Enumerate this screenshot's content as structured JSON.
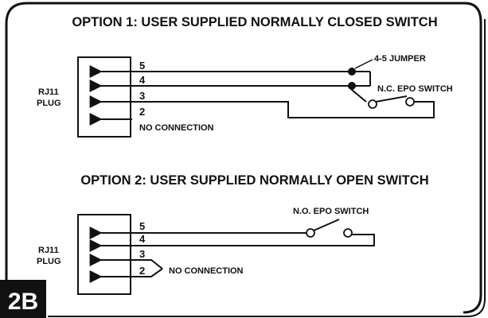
{
  "badge": "2B",
  "option1": {
    "title": "OPTION 1: USER SUPPLIED NORMALLY CLOSED SWITCH",
    "plug_label_line1": "RJ11",
    "plug_label_line2": "PLUG",
    "pins": [
      "5",
      "4",
      "3",
      "2"
    ],
    "jumper_label": "4-5 JUMPER",
    "switch_label": "N.C. EPO SWITCH",
    "no_connection_label": "NO CONNECTION"
  },
  "option2": {
    "title": "OPTION 2: USER SUPPLIED NORMALLY OPEN SWITCH",
    "plug_label_line1": "RJ11",
    "plug_label_line2": "PLUG",
    "pins": [
      "5",
      "4",
      "3",
      "2"
    ],
    "switch_label": "N.O. EPO SWITCH",
    "no_connection_label": "NO CONNECTION"
  }
}
